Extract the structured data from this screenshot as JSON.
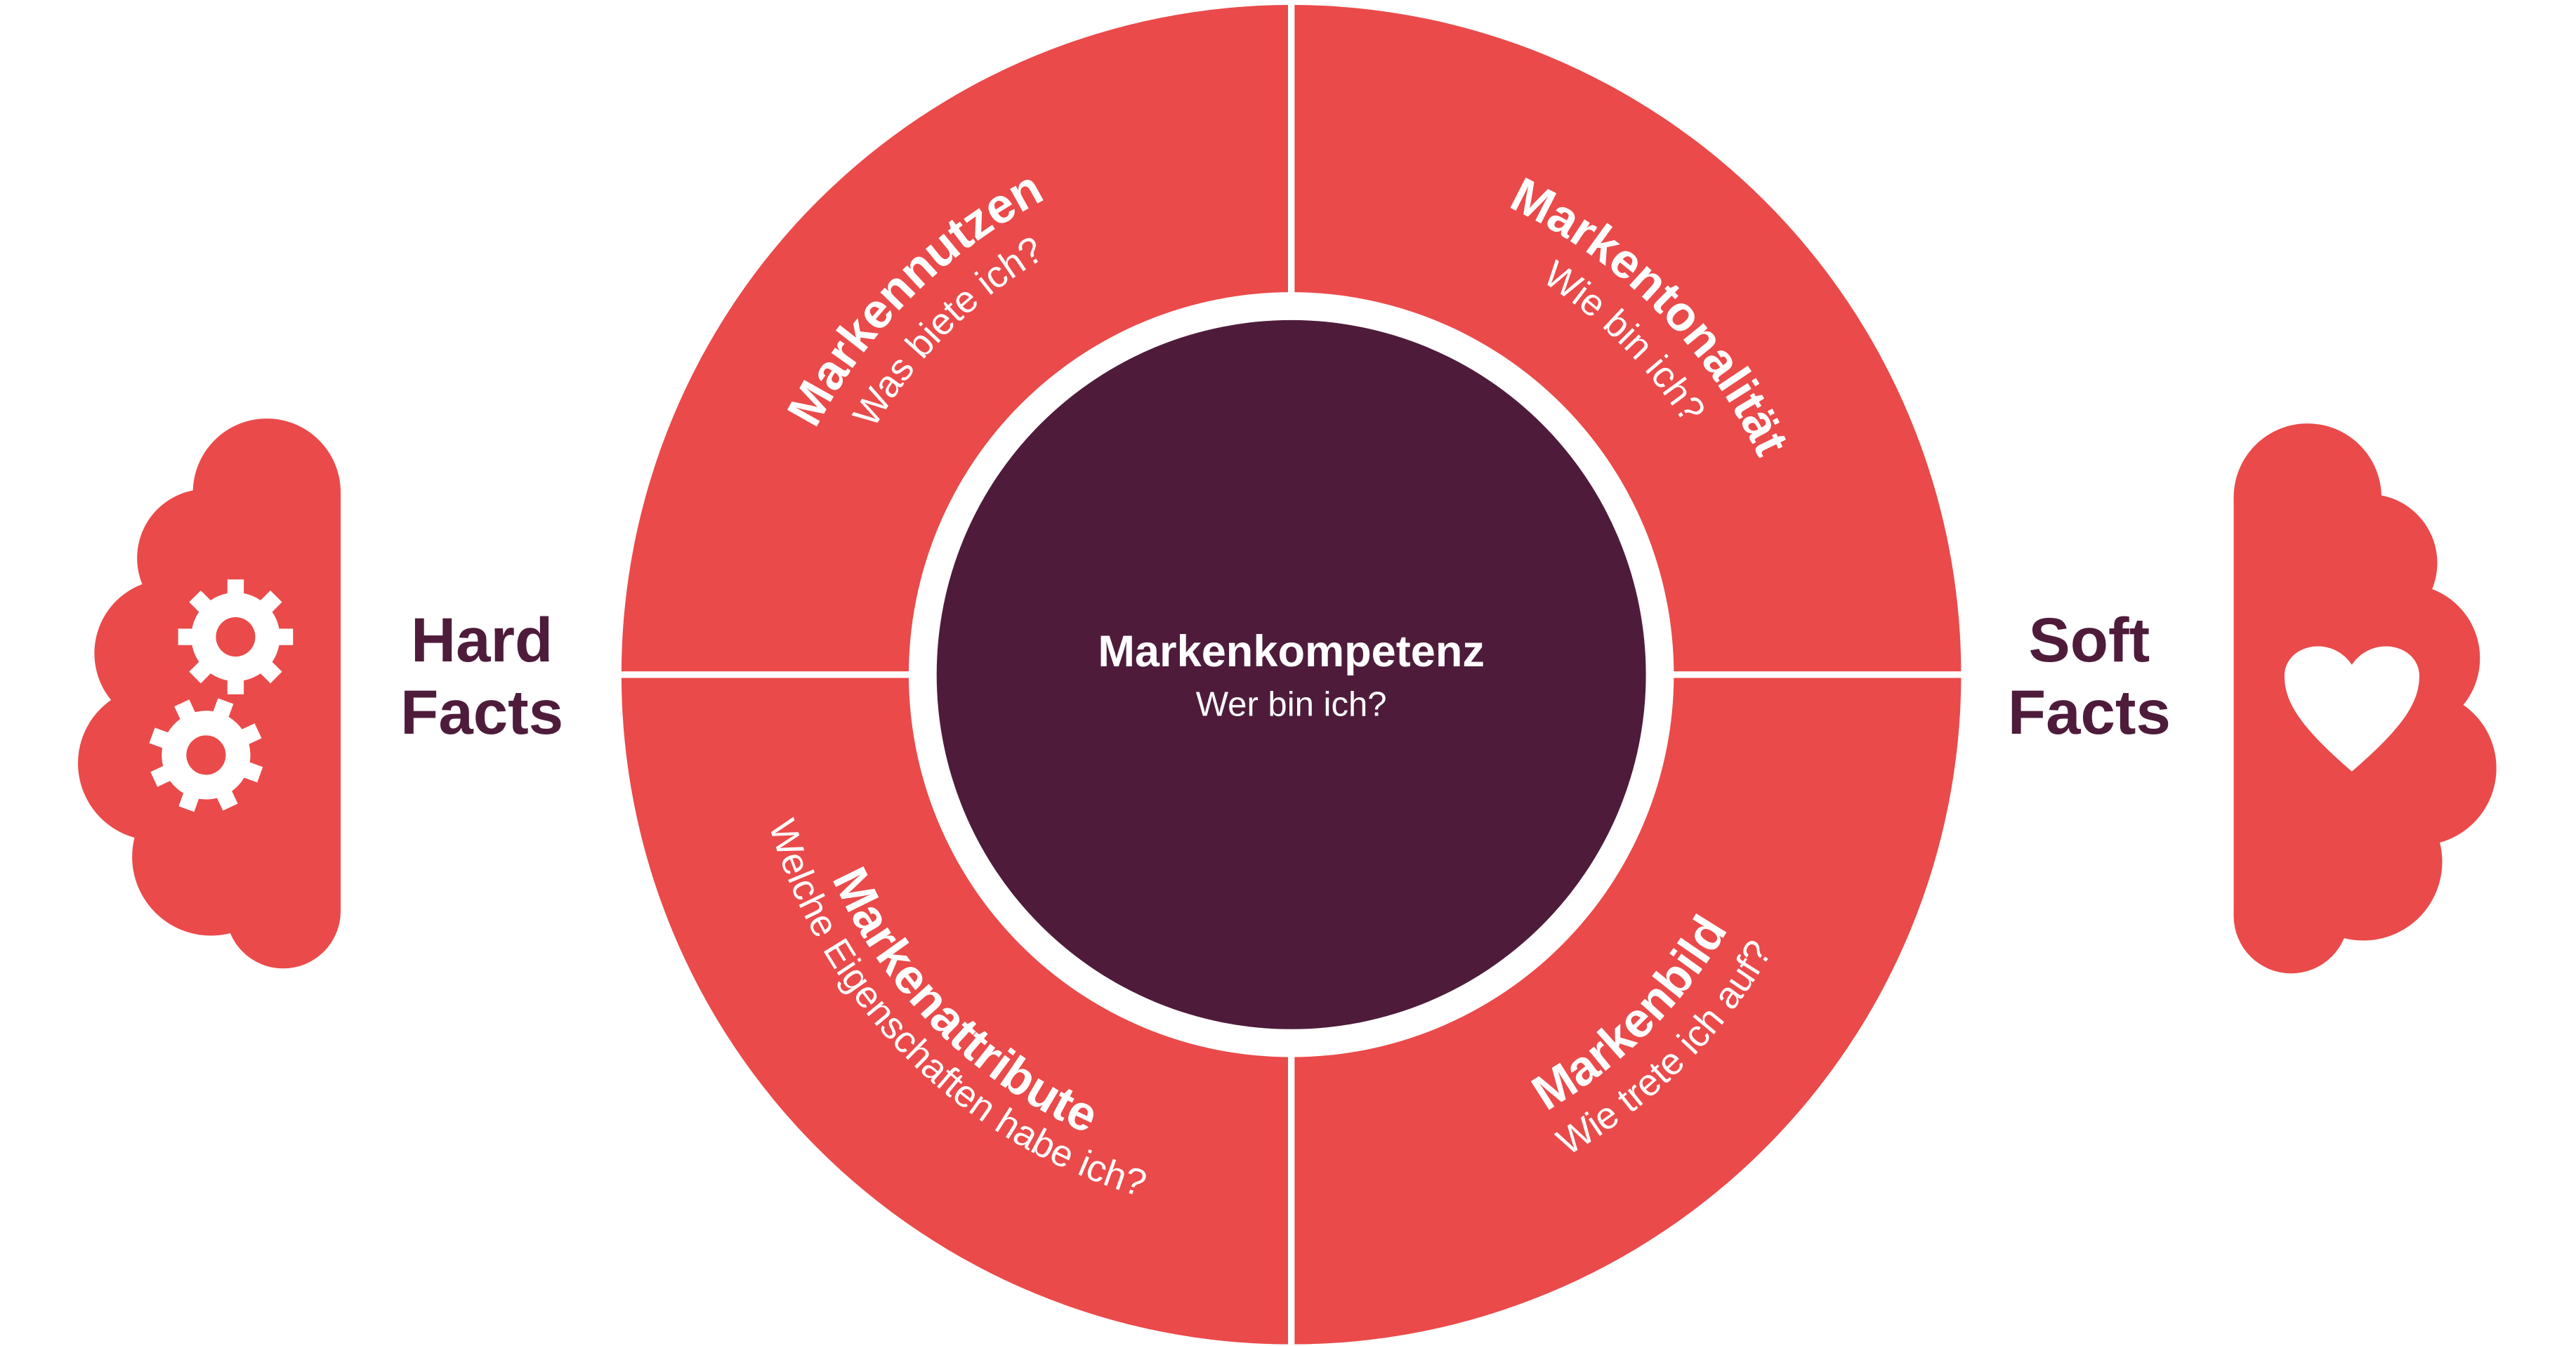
{
  "colors": {
    "segment": "#ea4a4a",
    "core": "#4e1c3a",
    "label": "#4e1c3a",
    "background": "#ffffff"
  },
  "center": {
    "title": "Markenkompetenz",
    "subtitle": "Wer bin ich?"
  },
  "segments": [
    {
      "title": "Markennutzen",
      "subtitle": "Was biete ich?"
    },
    {
      "title": "Markentonalität",
      "subtitle": "Wie bin ich?"
    },
    {
      "title": "Markenattribute",
      "subtitle": "Welche Eigenschaften habe ich?"
    },
    {
      "title": "Markenbild",
      "subtitle": "Wie trete ich auf?"
    }
  ],
  "left": {
    "line1": "Hard",
    "line2": "Facts",
    "icon": "brain-gears-icon"
  },
  "right": {
    "line1": "Soft",
    "line2": "Facts",
    "icon": "brain-heart-icon"
  }
}
